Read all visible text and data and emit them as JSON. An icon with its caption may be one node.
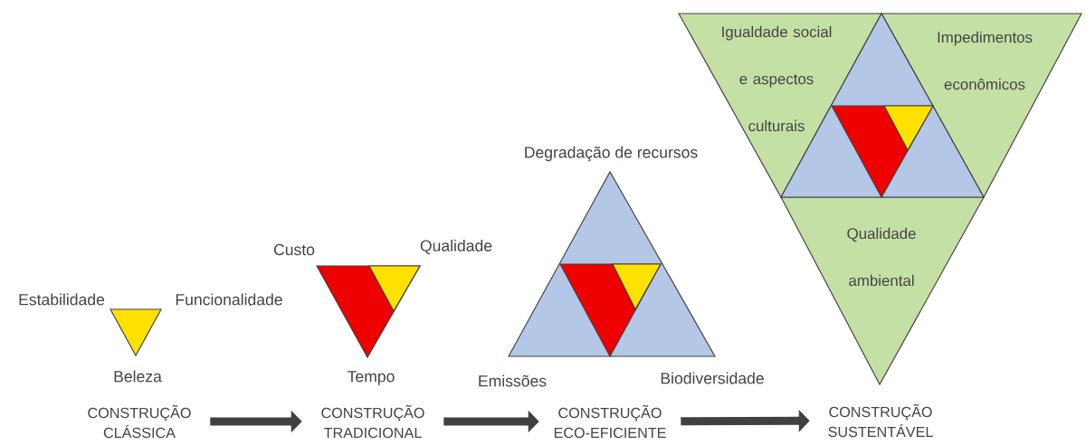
{
  "diagram": {
    "nodes": [
      {
        "text": [
          "CONSTRUÇÃO CLÁSSICA"
        ],
        "beside": [
          "Estabilidade",
          "Funcionalidade",
          "Beleza"
        ]
      },
      {
        "text": [
          "CONSTRUÇÃO TRADICIONAL"
        ],
        "beside": [
          "Custo",
          "Qualidade",
          "Tempo"
        ]
      },
      {
        "text": [
          "CONSTRUÇÃO ECO-EFICIENTE"
        ],
        "beside": [
          "Emissões",
          "Biodiversidade"
        ]
      },
      {
        "text": [
          "CONSTRUÇÃO SUSTENTÁVEL"
        ]
      },
      {
        "text": [
          "Igualdade social e aspectos culturais"
        ]
      },
      {
        "text": [
          "Impedimentos econômicos"
        ]
      },
      {
        "text": [
          "Qualidade ambiental"
        ]
      }
    ],
    "edges": [
      {
        "from": 0,
        "to": 1,
        "arrow": "to"
      },
      {
        "from": 1,
        "to": 2,
        "arrow": "to"
      },
      {
        "from": 2,
        "to": 3,
        "arrow": "to"
      }
    ],
    "labels": [
      "Degradação de recursos"
    ]
  }
}
